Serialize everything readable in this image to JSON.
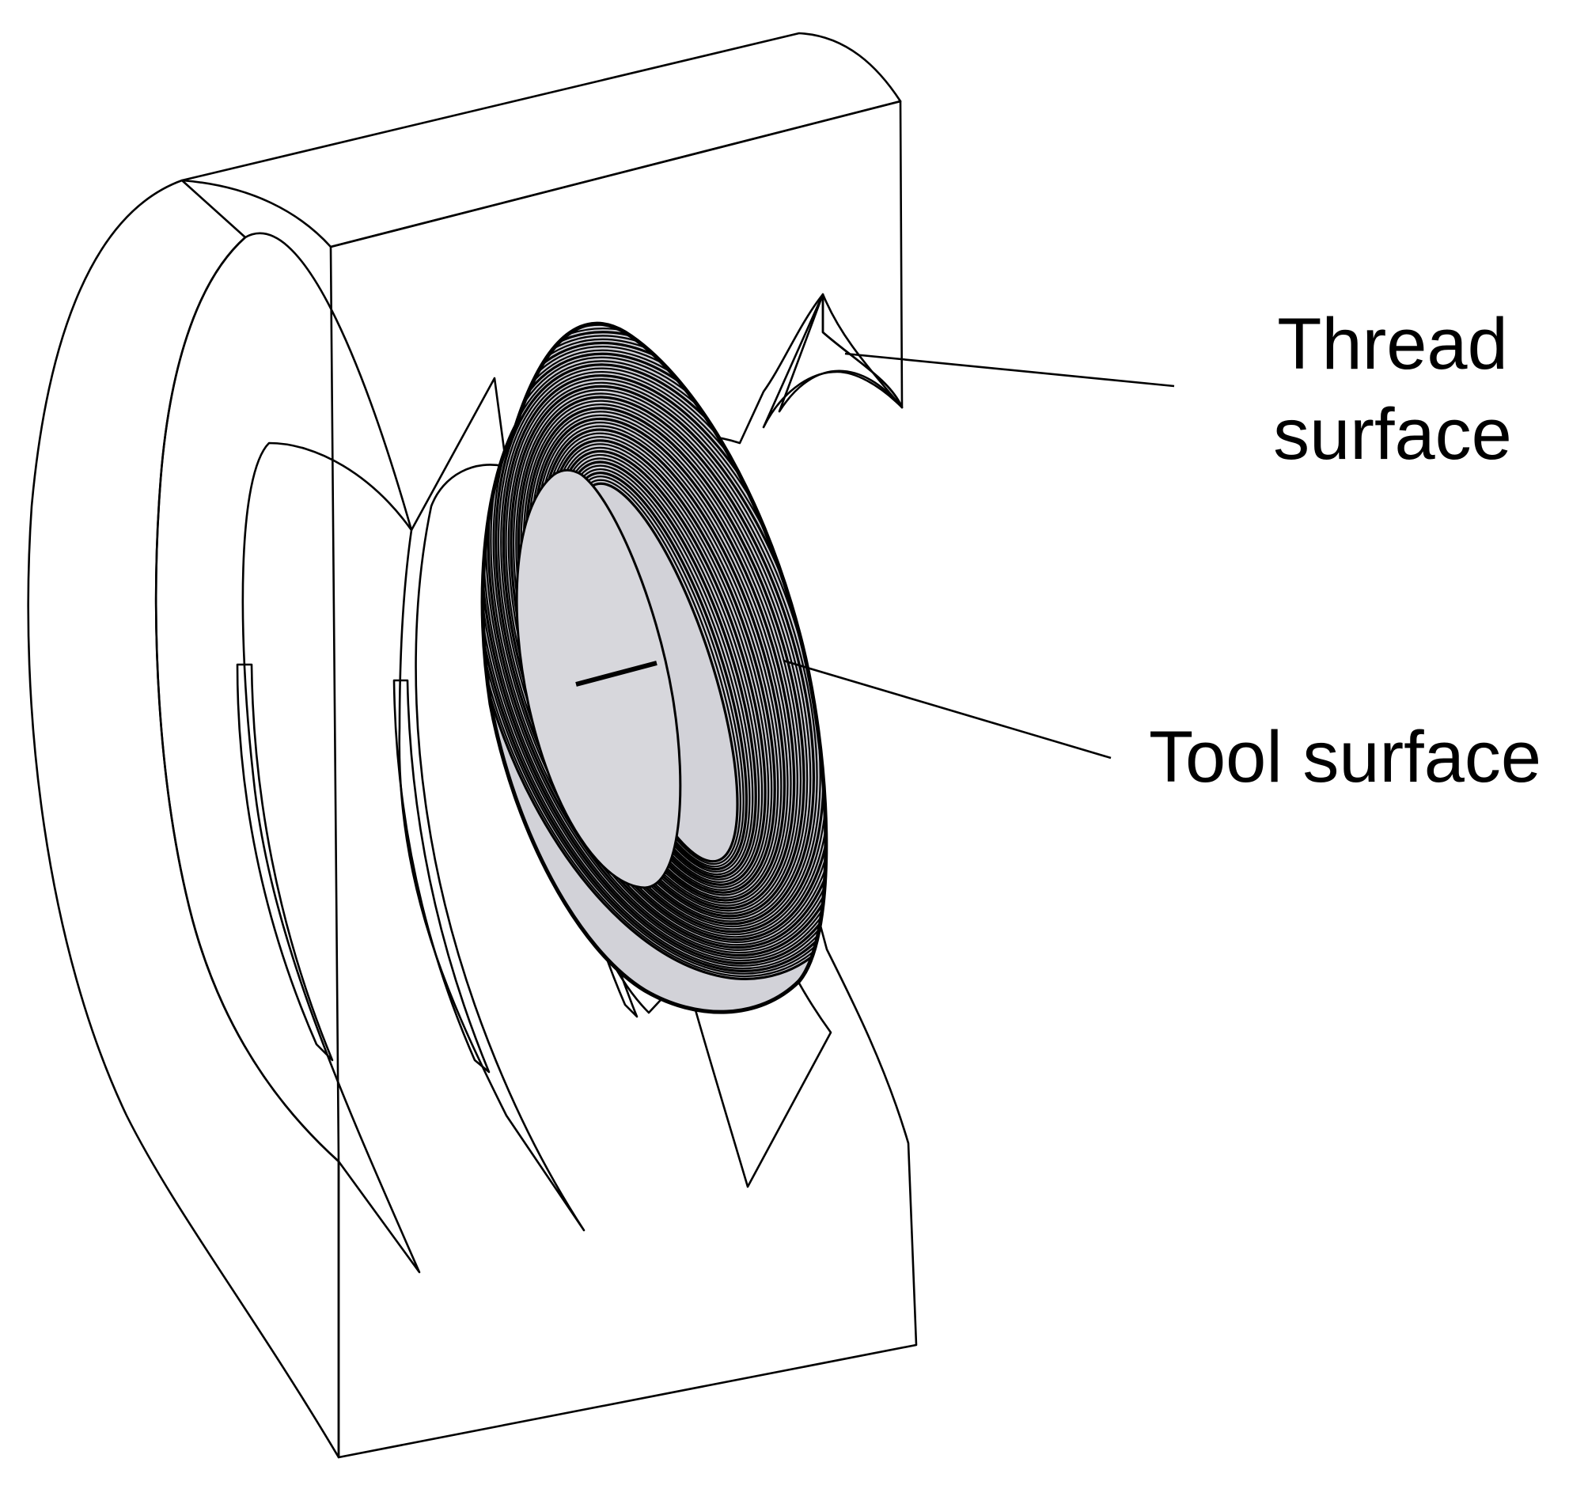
{
  "diagram": {
    "labels": {
      "thread_surface_line1": "Thread",
      "thread_surface_line2": "surface",
      "tool_surface": "Tool surface"
    },
    "colors": {
      "background": "#ffffff",
      "section_face": "#d4d5ee",
      "curved_outer": "#b4b4ba",
      "thread_flank": "#cfcfd4",
      "thread_slot": "#c7c9ee",
      "tool_hatch": "#000000",
      "edge": "#000000"
    }
  }
}
